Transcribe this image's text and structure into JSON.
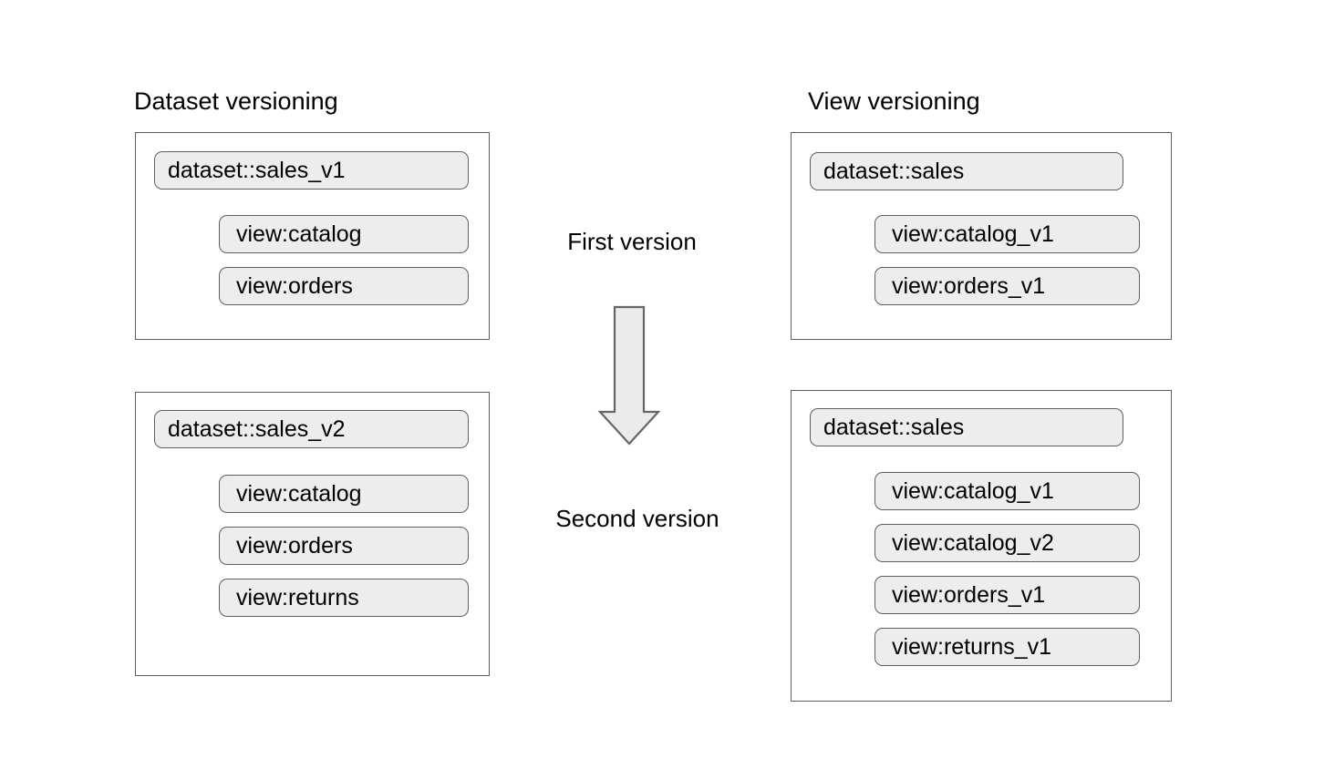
{
  "diagram": {
    "title_left": "Dataset versioning",
    "title_right": "View versioning",
    "flow": {
      "first_label": "First version",
      "second_label": "Second version",
      "arrow_name": "down-arrow-icon",
      "arrow_direction": "down"
    },
    "colors": {
      "pill_fill": "#ededed",
      "pill_border": "#5f5f5f",
      "box_border": "#5e5e5e",
      "arrow_fill": "#ebebeb",
      "arrow_border": "#666666",
      "text": "#000000",
      "background": "#ffffff"
    },
    "columns": [
      {
        "key": "dataset_versioning",
        "title": "Dataset versioning",
        "groups": [
          {
            "key": "first-version",
            "dataset": "dataset::sales_v1",
            "views": [
              "view:catalog",
              "view:orders"
            ]
          },
          {
            "key": "second-version",
            "dataset": "dataset::sales_v2",
            "views": [
              "view:catalog",
              "view:orders",
              "view:returns"
            ]
          }
        ]
      },
      {
        "key": "view_versioning",
        "title": "View versioning",
        "groups": [
          {
            "key": "first-version",
            "dataset": "dataset::sales",
            "views": [
              "view:catalog_v1",
              "view:orders_v1"
            ]
          },
          {
            "key": "second-version",
            "dataset": "dataset::sales",
            "views": [
              "view:catalog_v1",
              "view:catalog_v2",
              "view:orders_v1",
              "view:returns_v1"
            ]
          }
        ]
      }
    ]
  }
}
